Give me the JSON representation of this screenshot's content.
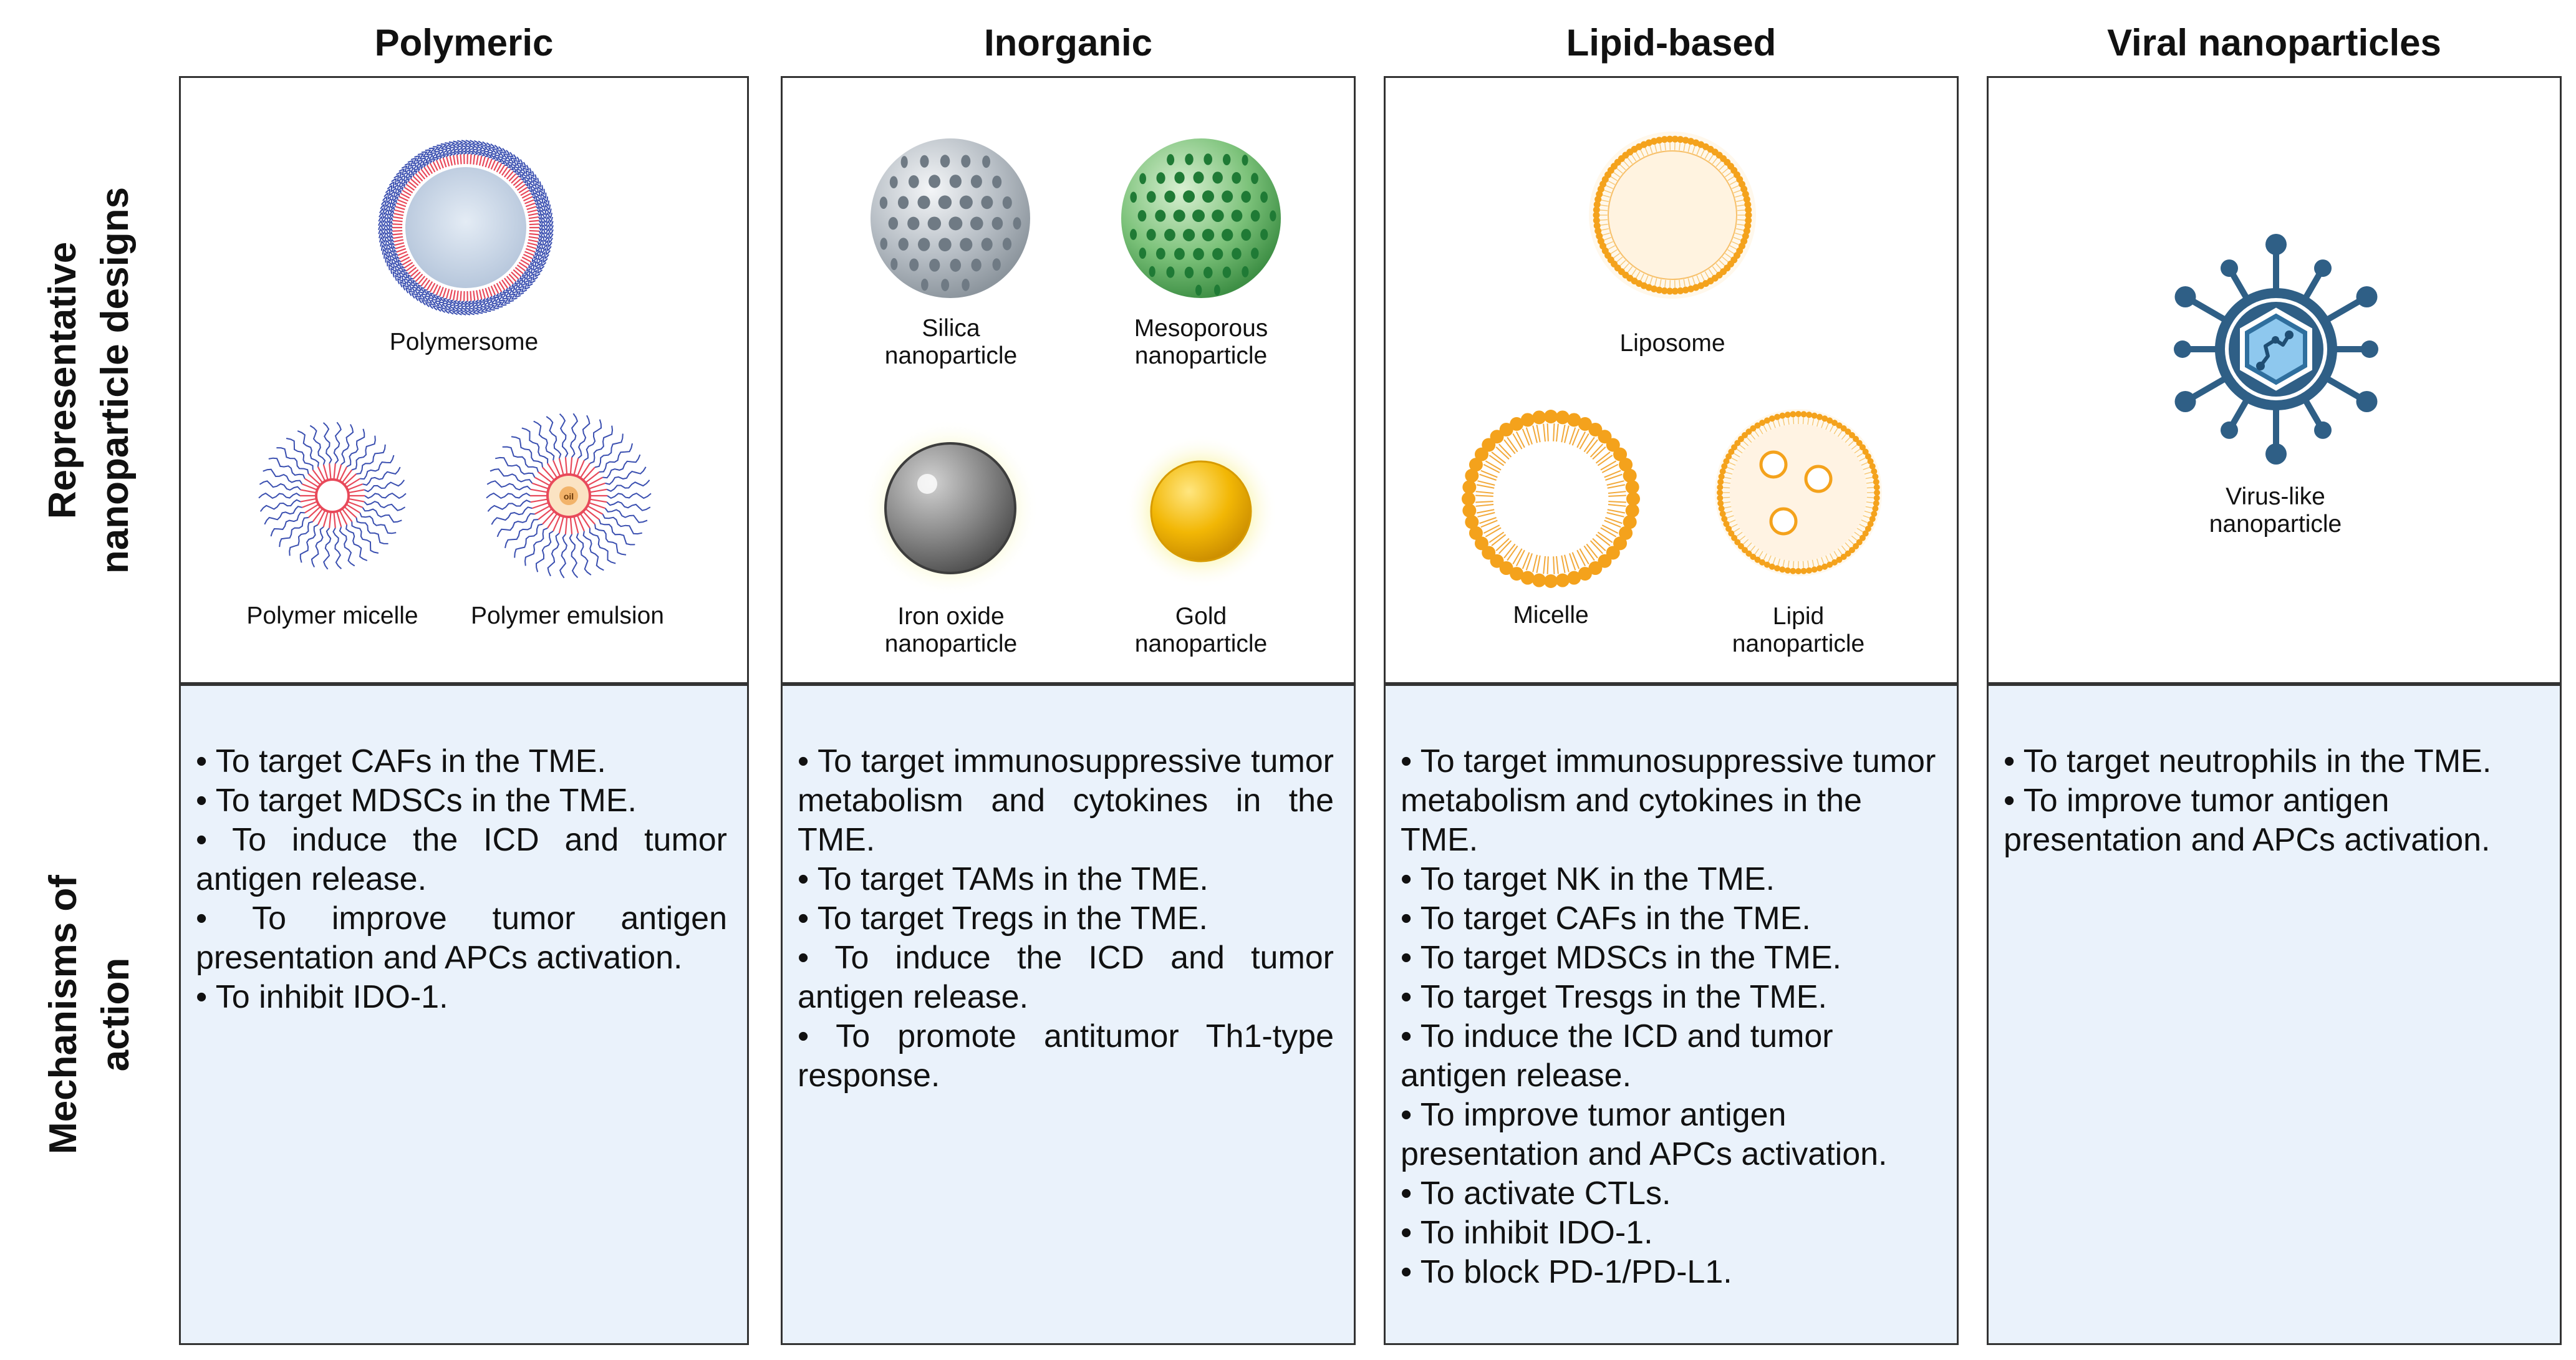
{
  "row_labels": {
    "designs": [
      "Representative",
      "nanoparticle designs"
    ],
    "mechanisms": [
      "Mechanisms of",
      "action"
    ]
  },
  "columns": [
    {
      "title": "Polymeric",
      "designs": [
        "Polymersome",
        "Polymer micelle",
        "Polymer emulsion"
      ],
      "mechanisms": [
        "• To target CAFs in the TME.",
        "• To target MDSCs in the TME.",
        "• To induce the ICD and tumor antigen release.",
        "• To improve tumor antigen presentation and APCs activation.",
        "• To inhibit IDO-1."
      ]
    },
    {
      "title": "Inorganic",
      "designs": [
        [
          "Silica",
          "nanoparticle"
        ],
        [
          "Mesoporous",
          "nanoparticle"
        ],
        [
          "Iron oxide",
          "nanoparticle"
        ],
        [
          "Gold",
          "nanoparticle"
        ]
      ],
      "mechanisms": [
        "• To target immunosuppressive tumor metabolism and cytokines in the TME.",
        "• To target TAMs in the TME.",
        "• To target Tregs in the TME.",
        "• To induce the ICD and tumor antigen release.",
        "• To promote antitumor Th1-type response."
      ]
    },
    {
      "title": "Lipid-based",
      "designs": [
        "Liposome",
        "Micelle",
        [
          "Lipid",
          "nanoparticle"
        ]
      ],
      "mechanisms": [
        "• To target immunosuppressive tumor metabolism and cytokines in the TME.",
        "• To target NK in the TME.",
        "• To target CAFs in the TME.",
        "• To target MDSCs in the TME.",
        "• To target Tresgs in the TME.",
        "• To induce the ICD and tumor antigen release.",
        "• To improve tumor antigen presentation and APCs activation.",
        "• To activate CTLs.",
        "• To inhibit IDO-1.",
        "• To block PD-1/PD-L1."
      ]
    },
    {
      "title": "Viral nanoparticles",
      "designs": [
        [
          "Virus-like",
          "nanoparticle"
        ]
      ],
      "mechanisms": [
        "• To target neutrophils in the TME.",
        "• To improve tumor antigen presentation and APCs activation."
      ]
    }
  ],
  "palette": {
    "border": "#333333",
    "mechanism_bg": "#eaf2fb",
    "polymer_red": "#e8495a",
    "polymer_blue": "#3a4fb0",
    "lipid_orange": "#f4a21c",
    "virus_blue": "#2f5f86",
    "silica_gray": "#a9b1b8",
    "mesoporous_green": "#2f9a45",
    "iron_gray": "#777777",
    "gold": "#f2b705"
  },
  "icons": [
    "polymersome-icon",
    "polymer-micelle-icon",
    "polymer-emulsion-icon",
    "silica-nanoparticle-icon",
    "mesoporous-nanoparticle-icon",
    "iron-oxide-nanoparticle-icon",
    "gold-nanoparticle-icon",
    "liposome-icon",
    "micelle-icon",
    "lipid-nanoparticle-icon",
    "virus-like-nanoparticle-icon"
  ]
}
